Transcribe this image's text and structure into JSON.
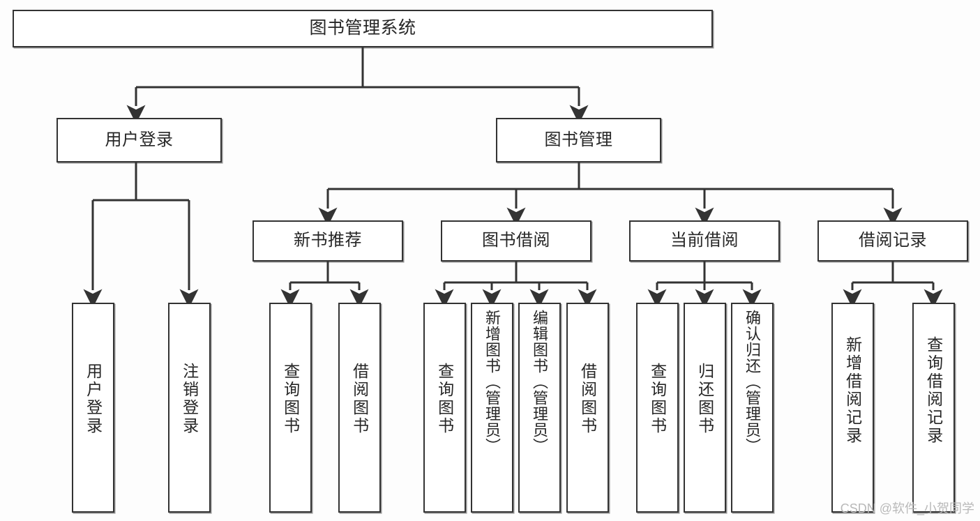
{
  "diagram": {
    "title": "图书管理系统",
    "type": "tree-hierarchy-diagram",
    "colors": {
      "box_border": "#333333",
      "box_fill": "#ffffff",
      "edge": "#333333",
      "text": "#262626",
      "watermark": "#b9b9b9",
      "canvas": "#fdfdfd"
    },
    "root": {
      "label": "图书管理系统"
    },
    "level2": [
      {
        "label": "用户登录"
      },
      {
        "label": "图书管理"
      }
    ],
    "level3": [
      {
        "label": "新书推荐"
      },
      {
        "label": "图书借阅"
      },
      {
        "label": "当前借阅"
      },
      {
        "label": "借阅记录"
      }
    ],
    "leaves": {
      "user_login": [
        {
          "label": "用户登录"
        },
        {
          "label": "注销登录"
        }
      ],
      "new_book_recommend": [
        {
          "label": "查询图书"
        },
        {
          "label": "借阅图书"
        }
      ],
      "book_borrow": [
        {
          "label": "查询图书"
        },
        {
          "label": "新增图书（管理员）"
        },
        {
          "label": "编辑图书（管理员）"
        },
        {
          "label": "借阅图书"
        }
      ],
      "current_borrow": [
        {
          "label": "查询图书"
        },
        {
          "label": "归还图书"
        },
        {
          "label": "确认归还（管理员）"
        }
      ],
      "borrow_record": [
        {
          "label": "新增借阅记录"
        },
        {
          "label": "查询借阅记录"
        }
      ]
    },
    "watermark": "CSDN @软件_小贺同学"
  }
}
